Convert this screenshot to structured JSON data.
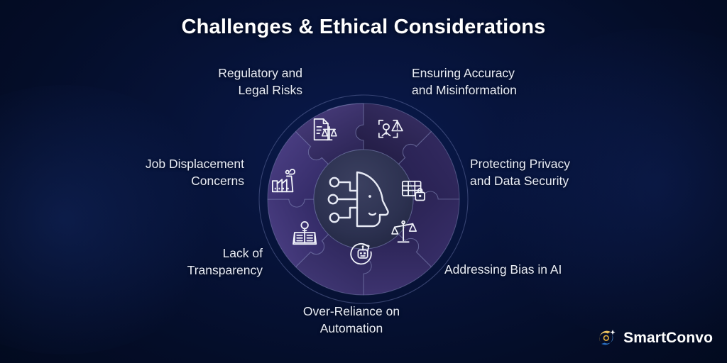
{
  "header": {
    "title": "Challenges & Ethical Considerations"
  },
  "center": {
    "icon": "ai-head-circuit-icon"
  },
  "wheel": {
    "segments": [
      {
        "id": "regulatory",
        "label": "Regulatory and\nLegal Risks",
        "icon": "document-scales-icon",
        "position": "top-left"
      },
      {
        "id": "accuracy",
        "label": "Ensuring Accuracy\nand Misinformation",
        "icon": "face-detect-warning-icon",
        "position": "top-right"
      },
      {
        "id": "privacy",
        "label": "Protecting Privacy\nand Data Security",
        "icon": "database-lock-icon",
        "position": "right"
      },
      {
        "id": "bias",
        "label": "Addressing Bias in AI",
        "icon": "unbalanced-scales-icon",
        "position": "bottom-right"
      },
      {
        "id": "automation",
        "label": "Over-Reliance on\nAutomation",
        "icon": "robot-refresh-icon",
        "position": "bottom"
      },
      {
        "id": "transparency",
        "label": "Lack of\nTransparency",
        "icon": "open-book-key-icon",
        "position": "bottom-left"
      },
      {
        "id": "jobs",
        "label": "Job Displacement\nConcerns",
        "icon": "factory-icon",
        "position": "left"
      }
    ]
  },
  "brand": {
    "name": "SmartConvo",
    "logo_icon": "swirl-logo-icon"
  },
  "colors": {
    "background_dark": "#020c2e",
    "background_mid": "#0a1a4d",
    "piece_purple_light": "#4a3d7a",
    "piece_purple_dark": "#2b2452",
    "center_circle": "#2e3350",
    "text": "#e9edf6",
    "title": "#ffffff",
    "brand_gold": "#f4c24a",
    "brand_blue": "#2f7fd4"
  }
}
